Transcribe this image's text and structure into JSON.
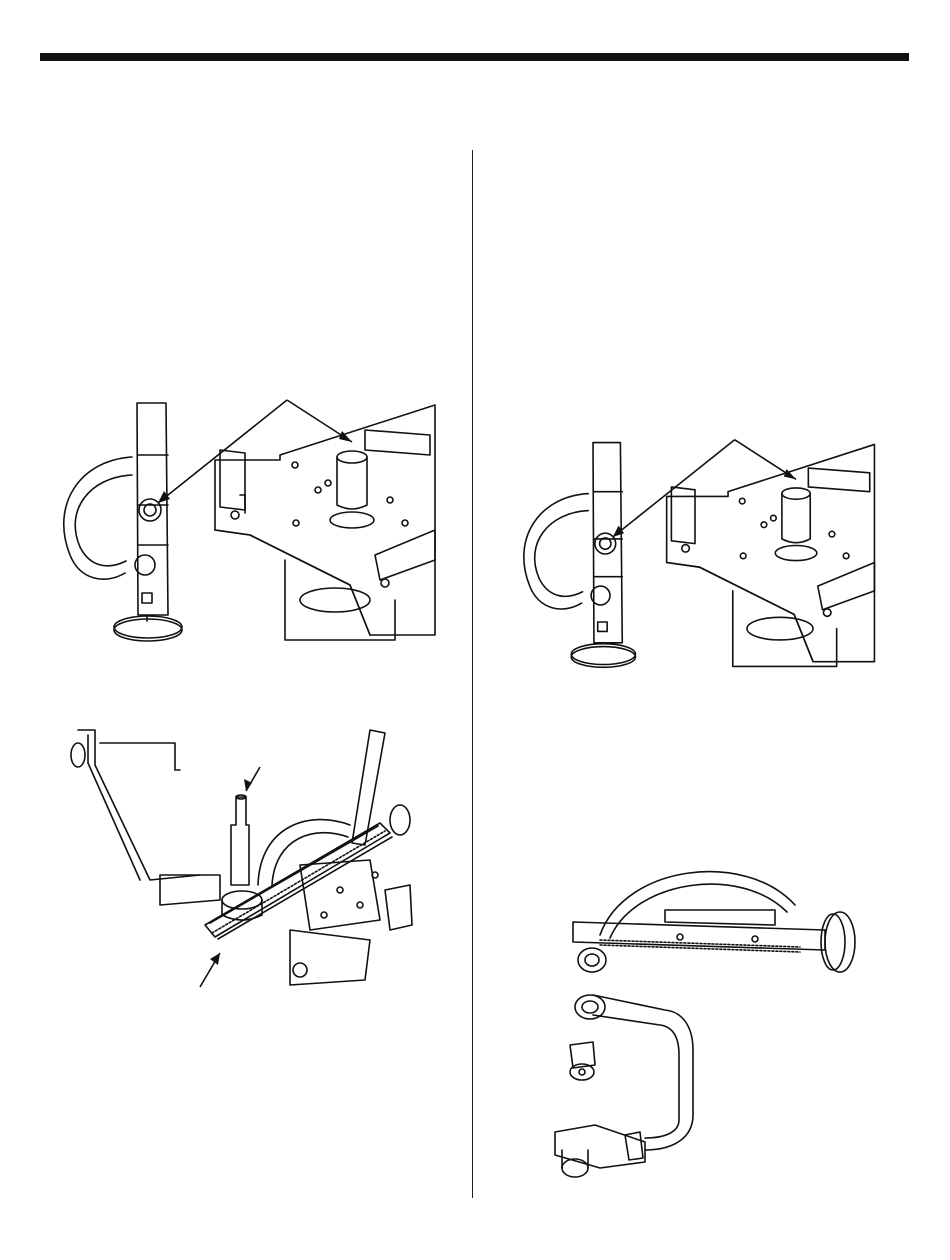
{
  "page": {
    "background": "#ffffff",
    "ink_color": "#111111"
  },
  "figures": [
    {
      "id": "fig-a",
      "icon": "hose-and-motor-plate-illustration",
      "arrows": 1
    },
    {
      "id": "fig-b",
      "icon": "hose-and-motor-plate-illustration",
      "arrows": 1
    },
    {
      "id": "fig-c",
      "icon": "lead-screw-with-wrench-illustration",
      "arrows": 2
    },
    {
      "id": "fig-d",
      "icon": "lead-screw-and-hose-assembly-illustration",
      "arrows": 0
    }
  ]
}
